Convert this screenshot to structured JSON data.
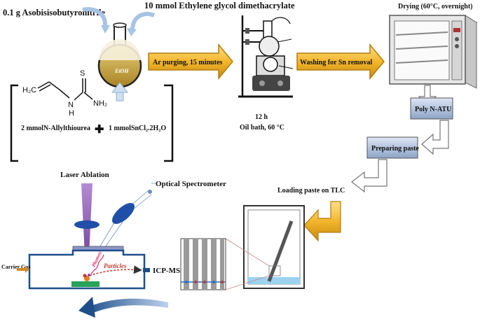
{
  "reagents": {
    "initiator": "0.1 g Asobisisobutyronitrile",
    "crosslinker": "10 mmol Ethylene glycol dimethacrylate",
    "flask_label": "EtOH",
    "monomer": "2 mmolN-Allylthiourea",
    "plus": "✚",
    "tin_salt": "1 mmolSnCl₂.2H₂O",
    "structure_atoms": {
      "h2c": "H₂C",
      "s": "S",
      "n": "N",
      "h": "H",
      "nh2": "NH₂"
    }
  },
  "steps": {
    "ar_purging": "Ar purging, 15 minutes",
    "reaction_time": "12 h",
    "reaction_bath": "Oil bath, 60 °C",
    "washing": "Washing for Sn removal",
    "drying": "Drying (60°C, overnight)",
    "polymer": "Poly N-ATU",
    "paste": "Preparing paste",
    "loading": "Loading paste on TLC"
  },
  "laser_setup": {
    "laser": "Laser Ablation",
    "spectrometer": "Optical Spectrometer",
    "carrier_gas": "Carrier Gas",
    "icp": "ICP-MS",
    "particles": "Particles",
    "photons": "Photons"
  },
  "colors": {
    "gold_arrow": "#f0b323",
    "blue_arrow": "#3a6fa8",
    "laser_beam": "#9b59b6",
    "box_blue": "#7f9cc6",
    "flask_fill": "#c9a646"
  }
}
